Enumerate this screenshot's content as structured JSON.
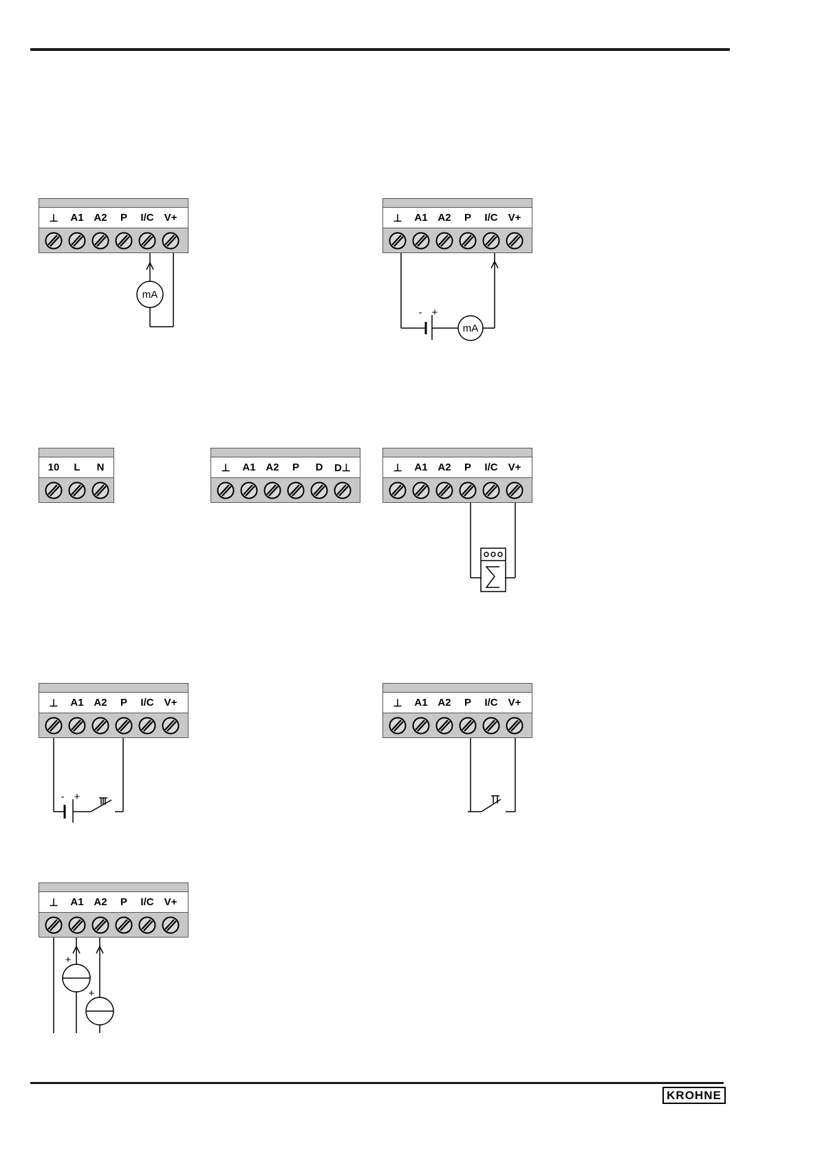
{
  "footer": {
    "logo_text": "KROHNE"
  },
  "terminals": {
    "standard": [
      "⊥",
      "A1",
      "A2",
      "P",
      "I/C",
      "V+"
    ],
    "power": [
      "10",
      "L",
      "N"
    ],
    "digital": [
      "⊥",
      "A1",
      "A2",
      "P",
      "D",
      "D⊥"
    ]
  },
  "components": {
    "ammeter": "mA",
    "minus": "-",
    "plus": "+"
  },
  "colors": {
    "block_fill": "#c8c8c8",
    "ink": "#000000"
  }
}
